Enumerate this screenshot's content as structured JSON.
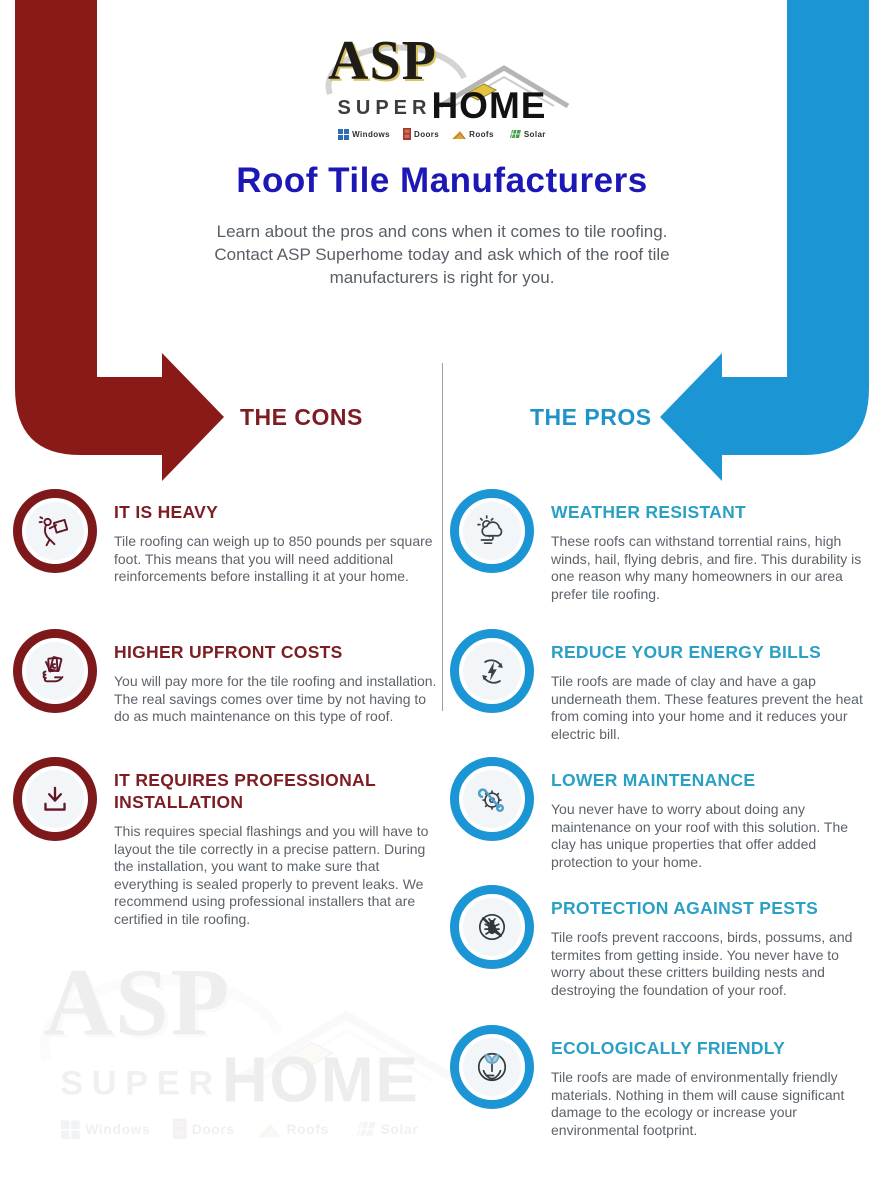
{
  "colors": {
    "maroon_arrow": "#8a1a17",
    "maroon_heading": "#7d1c22",
    "blue_arrow": "#1c95d4",
    "blue_heading": "#2aa0c5",
    "title_blue": "#1d18b5",
    "body_text": "#5c636a",
    "icon_inner_bg": "#f2f6f9"
  },
  "logo": {
    "asp": "ASP",
    "super": "SUPER",
    "home": "HOME",
    "categories": [
      {
        "icon": "windows-icon",
        "label": "Windows",
        "color": "#2e6cb5"
      },
      {
        "icon": "doors-icon",
        "label": "Doors",
        "color": "#a6372c"
      },
      {
        "icon": "roofs-icon",
        "label": "Roofs",
        "color": "#e0a33c"
      },
      {
        "icon": "solar-icon",
        "label": "Solar",
        "color": "#43a04b"
      }
    ]
  },
  "header": {
    "title": "Roof Tile Manufacturers",
    "subtitle_lines": [
      "Learn about the pros and cons when it comes to tile roofing.",
      "Contact ASP Superhome today and ask which of the roof tile",
      "manufacturers is right for you."
    ]
  },
  "cons": {
    "label": "THE CONS",
    "items": [
      {
        "icon": "person-carrying-heavy-box-icon",
        "title": "IT IS HEAVY",
        "body": "Tile roofing can weigh up to 850 pounds per square foot. This means that you will need additional reinforcements before installing it at your home."
      },
      {
        "icon": "hand-holding-money-icon",
        "title": "HIGHER UPFRONT COSTS",
        "body": "You will pay more for the tile roofing and installation. The real savings comes over time by not having to do as much maintenance on this type of roof."
      },
      {
        "icon": "download-tray-icon",
        "title": "IT REQUIRES PROFESSIONAL INSTALLATION",
        "body": "This requires special flashings and you will have to layout the tile correctly in a precise pattern. During the installation, you want to make sure that everything is sealed properly to prevent leaks. We recommend using professional installers that are certified in tile roofing."
      }
    ]
  },
  "pros": {
    "label": "THE PROS",
    "items": [
      {
        "icon": "sun-cloud-wind-icon",
        "title": "WEATHER RESISTANT",
        "body": "These roofs can withstand torrential rains, high winds, hail, flying debris, and fire. This durability is one reason why many homeowners in our area prefer tile roofing."
      },
      {
        "icon": "energy-recycle-bolt-icon",
        "title": "REDUCE YOUR ENERGY BILLS",
        "body": "Tile roofs are made of clay and have a gap underneath them. These features prevent the heat from coming into your home and it reduces your electric bill."
      },
      {
        "icon": "gear-wrench-icon",
        "title": "LOWER MAINTENANCE",
        "body": "You never have to worry about doing any maintenance on your roof with this solution. The clay has unique properties that offer added protection to your home."
      },
      {
        "icon": "no-pests-icon",
        "title": "PROTECTION AGAINST PESTS",
        "body": "Tile roofs prevent raccoons, birds, possums, and termites from getting inside. You never have to worry about these critters building nests and destroying the foundation of your roof."
      },
      {
        "icon": "hand-holding-plant-icon",
        "title": "ECOLOGICALLY FRIENDLY",
        "body": "Tile roofs are made of environmentally friendly materials. Nothing in them will cause significant damage to the ecology or increase your environmental footprint."
      }
    ]
  }
}
